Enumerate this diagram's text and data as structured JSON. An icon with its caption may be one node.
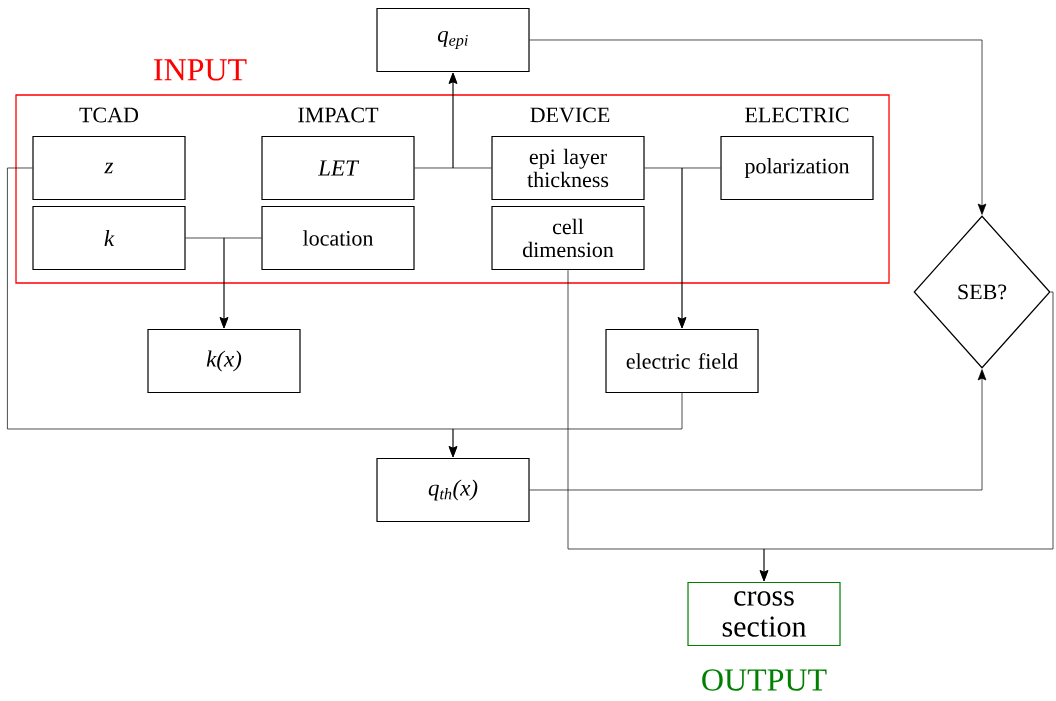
{
  "diagram": {
    "nodes": [
      {
        "text": [
          "INPUT"
        ]
      },
      {
        "text": [
          "z"
        ],
        "in": 0
      },
      {
        "text": [
          "k"
        ],
        "in": 0
      },
      {
        "text": [
          "LET"
        ],
        "in": 0
      },
      {
        "text": [
          "location"
        ],
        "in": 0
      },
      {
        "text": [
          "epi layer thickness"
        ],
        "in": 0
      },
      {
        "text": [
          "cell dimension"
        ],
        "in": 0
      },
      {
        "text": [
          "polarization"
        ],
        "in": 0
      },
      {
        "text": [
          "q$_{epi}$"
        ]
      },
      {
        "text": [
          "k(x)"
        ]
      },
      {
        "text": [
          "electric field"
        ]
      },
      {
        "text": [
          "q$_{th}$(x)"
        ]
      },
      {
        "text": [
          "SEB?"
        ]
      },
      {
        "text": [
          "cross section",
          "OUTPUT"
        ]
      }
    ],
    "edges": [
      {
        "from": 2,
        "to": 9,
        "arrow": "to"
      },
      {
        "from": 4,
        "to": 9,
        "arrow": "to"
      },
      {
        "from": 3,
        "to": 8,
        "arrow": "to"
      },
      {
        "from": 5,
        "to": 8,
        "arrow": "to"
      },
      {
        "from": 5,
        "to": 10,
        "arrow": "to"
      },
      {
        "from": 7,
        "to": 10,
        "arrow": "to"
      },
      {
        "from": 1,
        "to": 11,
        "arrow": "to"
      },
      {
        "from": 10,
        "to": 11,
        "arrow": "to"
      },
      {
        "from": 8,
        "to": 12,
        "arrow": "to"
      },
      {
        "from": 11,
        "to": 12,
        "arrow": "to"
      },
      {
        "from": 6,
        "to": 13,
        "arrow": "to"
      },
      {
        "from": 12,
        "to": 13,
        "arrow": "to"
      }
    ],
    "labels": [
      "TCAD",
      "IMPACT",
      "DEVICE",
      "ELECTRIC"
    ]
  }
}
